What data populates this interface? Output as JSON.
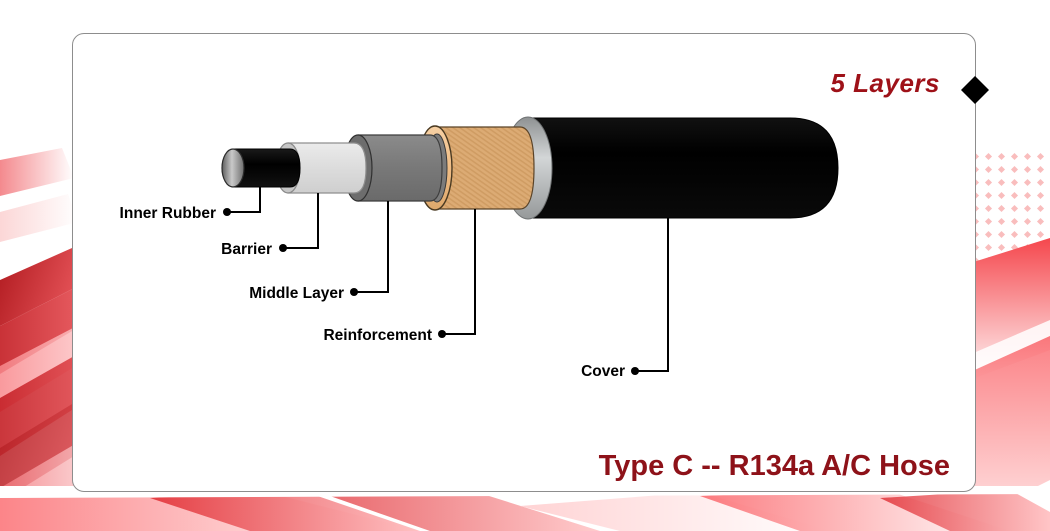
{
  "headings": {
    "layers": "5 Layers",
    "product": "Type C -- R134a A/C Hose"
  },
  "labels": [
    {
      "id": "inner-rubber",
      "text": "Inner Rubber"
    },
    {
      "id": "barrier",
      "text": "Barrier"
    },
    {
      "id": "middle-layer",
      "text": "Middle Layer"
    },
    {
      "id": "reinforcement",
      "text": "Reinforcement"
    },
    {
      "id": "cover",
      "text": "Cover"
    }
  ],
  "diagram": {
    "layer_colors": {
      "inner_rubber": "#0a0a0a",
      "inner_rubber_cap": "#8a8a8a",
      "barrier": "#d8d8d8",
      "middle_layer": "#7b7b7b",
      "reinforcement": "#dcab74",
      "reinforcement_ring": "#f2c894",
      "silver_ring": "#b9bcbd",
      "cover": "#050505"
    }
  },
  "decor": {
    "accent_red": "#e8393f",
    "accent_dark_red": "#9e1118",
    "accent_pink": "#f6b4b4"
  }
}
